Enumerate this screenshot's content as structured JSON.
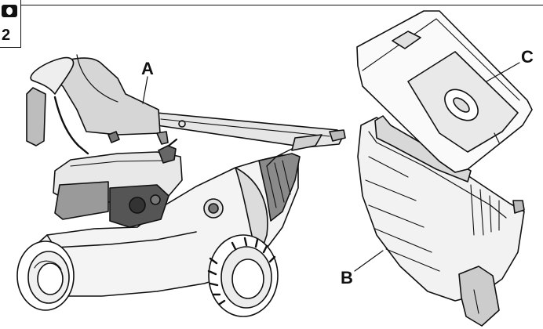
{
  "header": {
    "figure_number": "2",
    "corner_icon": "book-icon"
  },
  "labels": {
    "a": "A",
    "b": "B",
    "c": "C"
  },
  "colors": {
    "line": "#111111",
    "fill_light": "#eeeeee",
    "fill_mid": "#bdbdbd",
    "fill_dark": "#555555"
  }
}
